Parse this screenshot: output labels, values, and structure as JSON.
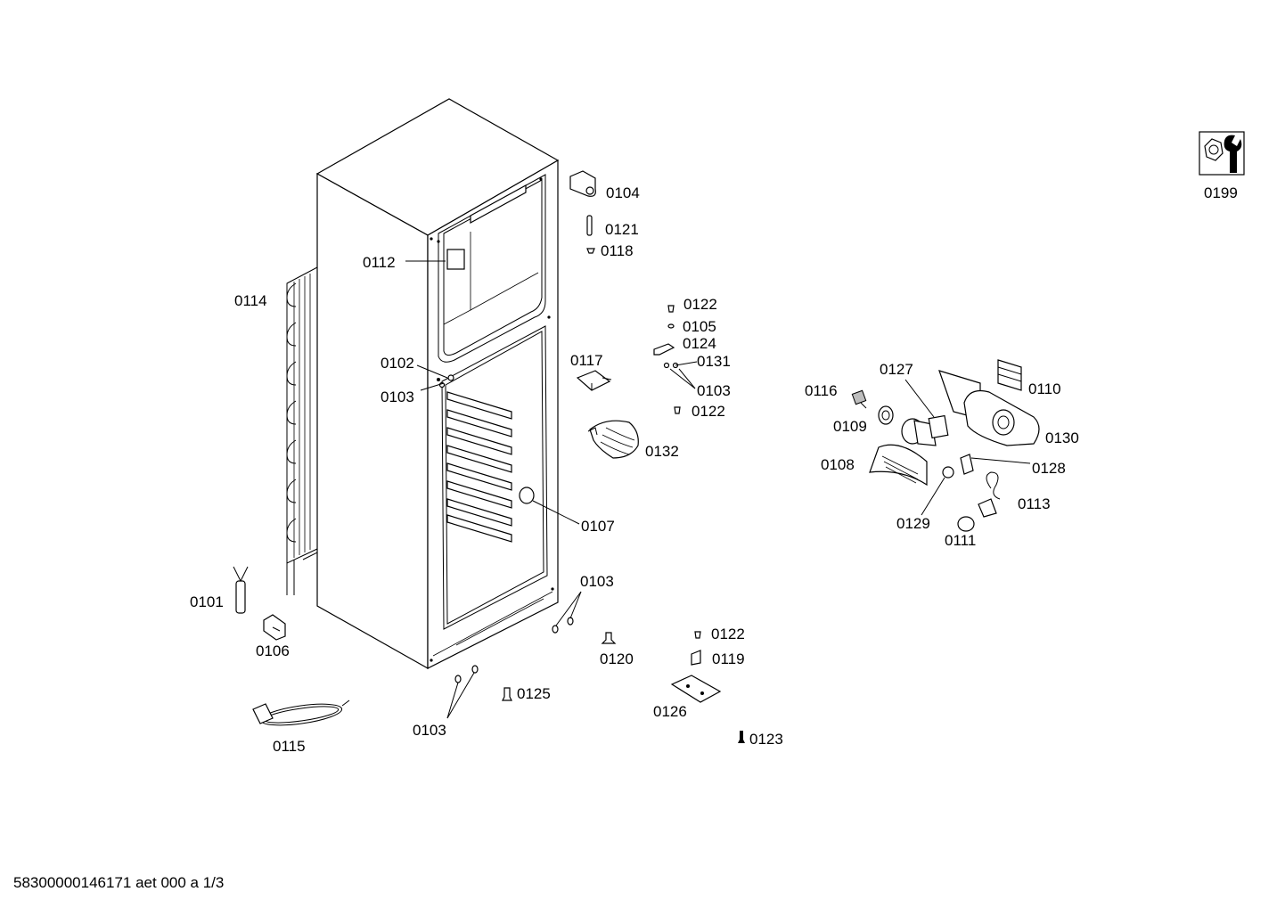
{
  "footer_text": "58300000146171 aet 000 a 1/3",
  "labels": {
    "p0101": "0101",
    "p0102": "0102",
    "p0103a": "0103",
    "p0103b": "0103",
    "p0103c": "0103",
    "p0103d": "0103",
    "p0104": "0104",
    "p0105": "0105",
    "p0106": "0106",
    "p0107": "0107",
    "p0108": "0108",
    "p0109": "0109",
    "p0110": "0110",
    "p0111": "0111",
    "p0112": "0112",
    "p0113": "0113",
    "p0114": "0114",
    "p0115": "0115",
    "p0116": "0116",
    "p0117": "0117",
    "p0118": "0118",
    "p0119": "0119",
    "p0120": "0120",
    "p0121": "0121",
    "p0122a": "0122",
    "p0122b": "0122",
    "p0122c": "0122",
    "p0123": "0123",
    "p0124": "0124",
    "p0125": "0125",
    "p0126": "0126",
    "p0127": "0127",
    "p0128": "0128",
    "p0129": "0129",
    "p0130": "0130",
    "p0131": "0131",
    "p0132": "0132",
    "p0199": "0199"
  }
}
